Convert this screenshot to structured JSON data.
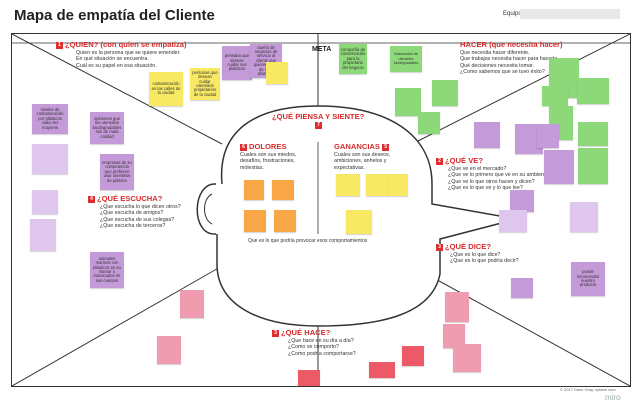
{
  "header": {
    "title": "Mapa de empatía del Cliente",
    "team_label": "Equipo"
  },
  "meta": "META",
  "colors": {
    "accent": "#d62b2b",
    "purple": "#c49ad8",
    "yellow": "#f8e964",
    "orange": "#f8a646",
    "green": "#8dd97a",
    "pink": "#ef9bb0",
    "red": "#ec5a68",
    "lavender": "#dfc6ec"
  },
  "sections": {
    "quien": {
      "title": "¿QUIEN? (con quien se empatiza)",
      "num": "1",
      "text": [
        "Quien es la persona que se quiere entender.",
        "En qué situación se encuentra.",
        "Cuál es su papel en esa situación."
      ]
    },
    "hacer": {
      "title": "HACER (que necesita hacer)",
      "text": [
        "Que necesita hacer diferente.",
        "Que trabajos necesita hacer para hacerlo.",
        "Qué decisiones necesita tomar.",
        "¿Como sabemos que se tuvo éxito?"
      ]
    },
    "piensa": {
      "title": "¿QUÉ PIENSA Y SIENTE?",
      "num": "7"
    },
    "dolores": {
      "title": "DOLORES",
      "num": "6",
      "text": [
        "Cuales son sus miedos,",
        "desafíos, frustraciones,",
        "molestias."
      ]
    },
    "ganancias": {
      "title": "GANANCIAS",
      "num": "5",
      "text": [
        "Cuales son sus deseos,",
        "ambiciones, anhelos y",
        "expectativas."
      ]
    },
    "ve": {
      "title": "¿QUÉ VE?",
      "num": "2",
      "text": [
        "¿Que ve en el mercado?",
        "¿Que ve lo primero que ve en su ambiente?",
        "¿Que ve lo que otros hacen y dicen?",
        "¿Que es lo que ve y lo que lee?"
      ]
    },
    "escucha": {
      "title": "¿QUÉ ESCUCHA?",
      "num": "4",
      "text": [
        "¿Que escucha lo que dicen otros?",
        "¿Que escucha de amigos?",
        "¿Que escucha de sus colegas?",
        "¿Que escucha de terceros?"
      ]
    },
    "dice": {
      "title": "¿QUÉ DICE?",
      "num": "3",
      "text": [
        "¿Que es lo que dice?",
        "¿Que es lo que podría decir?"
      ]
    },
    "hace": {
      "title": "¿QUÉ HACE?",
      "num": "3",
      "text": [
        "¿Que hace en su día a día?",
        "¿Como se comporto?",
        "¿Como podría comportarse?"
      ]
    },
    "hint": "Que es lo que podría provocar esos comportamientos"
  },
  "stickies": [
    {
      "id": "s1",
      "text": "pensaba que desean cuidar sus plásticos",
      "color": "purple"
    },
    {
      "id": "s2",
      "text": "dueño de negocios de servicio al cliente que quieren dejar de usar plásticos",
      "color": "purple"
    },
    {
      "id": "s3",
      "text": "contaminación en las calles de la ciudad",
      "color": "yellow"
    },
    {
      "id": "s4",
      "text": "personas que desean cuidar utensilios propietarios de la ciudad",
      "color": "yellow"
    },
    {
      "id": "s5",
      "text": "",
      "color": "yellow"
    },
    {
      "id": "s6",
      "text": "compañía de conservación para la propietaria del negocio",
      "color": "green"
    },
    {
      "id": "s7",
      "text": "elaboración de utensilios biodegradables",
      "color": "green"
    },
    {
      "id": "s8",
      "text": "",
      "color": "green"
    },
    {
      "id": "s9",
      "text": "",
      "color": "green"
    },
    {
      "id": "s10",
      "text": "",
      "color": "green"
    },
    {
      "id": "s11",
      "text": "niveles de contaminación por plásticos cada vez mayores",
      "color": "purple"
    },
    {
      "id": "s12",
      "text": "opiniones que los utensilios biodegradables son de mala calidad",
      "color": "purple"
    },
    {
      "id": "s13",
      "text": "",
      "color": "lavender"
    },
    {
      "id": "s14",
      "text": "empresas de su competencia que prefieren usar utensilios de plástico",
      "color": "purple"
    },
    {
      "id": "s15",
      "text": "",
      "color": "lavender"
    },
    {
      "id": "s16",
      "text": "",
      "color": "lavender"
    },
    {
      "id": "s17",
      "text": "animales marinos con plásticos en su interior o intoxicados en sus cuerpos",
      "color": "purple"
    },
    {
      "id": "s18",
      "text": "",
      "color": "orange"
    },
    {
      "id": "s19",
      "text": "",
      "color": "orange"
    },
    {
      "id": "s20",
      "text": "",
      "color": "orange"
    },
    {
      "id": "s21",
      "text": "",
      "color": "orange"
    },
    {
      "id": "s22",
      "text": "",
      "color": "yellow"
    },
    {
      "id": "s23",
      "text": "",
      "color": "yellow"
    },
    {
      "id": "s24",
      "text": "",
      "color": "yellow"
    },
    {
      "id": "s25",
      "text": "",
      "color": "yellow"
    },
    {
      "id": "s26",
      "text": "",
      "color": "green"
    },
    {
      "id": "s27",
      "text": "",
      "color": "green"
    },
    {
      "id": "s28",
      "text": "",
      "color": "green"
    },
    {
      "id": "s29",
      "text": "",
      "color": "green"
    },
    {
      "id": "s30",
      "text": "",
      "color": "green"
    },
    {
      "id": "s31",
      "text": "",
      "color": "green"
    },
    {
      "id": "s32",
      "text": "",
      "color": "purple"
    },
    {
      "id": "s33",
      "text": "",
      "color": "purple"
    },
    {
      "id": "s34",
      "text": "",
      "color": "purple"
    },
    {
      "id": "s35",
      "text": "",
      "color": "purple"
    },
    {
      "id": "s36",
      "text": "",
      "color": "purple"
    },
    {
      "id": "s37",
      "text": "",
      "color": "lavender"
    },
    {
      "id": "s38",
      "text": "puede recomendar nuestro producto",
      "color": "purple"
    },
    {
      "id": "s39",
      "text": "",
      "color": "purple"
    },
    {
      "id": "s40",
      "text": "",
      "color": "pink"
    },
    {
      "id": "s41",
      "text": "",
      "color": "pink"
    },
    {
      "id": "s42",
      "text": "",
      "color": "pink"
    },
    {
      "id": "s43",
      "text": "",
      "color": "pink"
    },
    {
      "id": "s44",
      "text": "",
      "color": "pink"
    },
    {
      "id": "s45",
      "text": "",
      "color": "red"
    },
    {
      "id": "s46",
      "text": "",
      "color": "red"
    },
    {
      "id": "s47",
      "text": "",
      "color": "red"
    },
    {
      "id": "s48",
      "text": "",
      "color": "red"
    },
    {
      "id": "s49",
      "text": "",
      "color": "lavender"
    }
  ],
  "footer": {
    "copyright": "© 2017 Dave Gray, xplane.com",
    "brand": "miro"
  }
}
